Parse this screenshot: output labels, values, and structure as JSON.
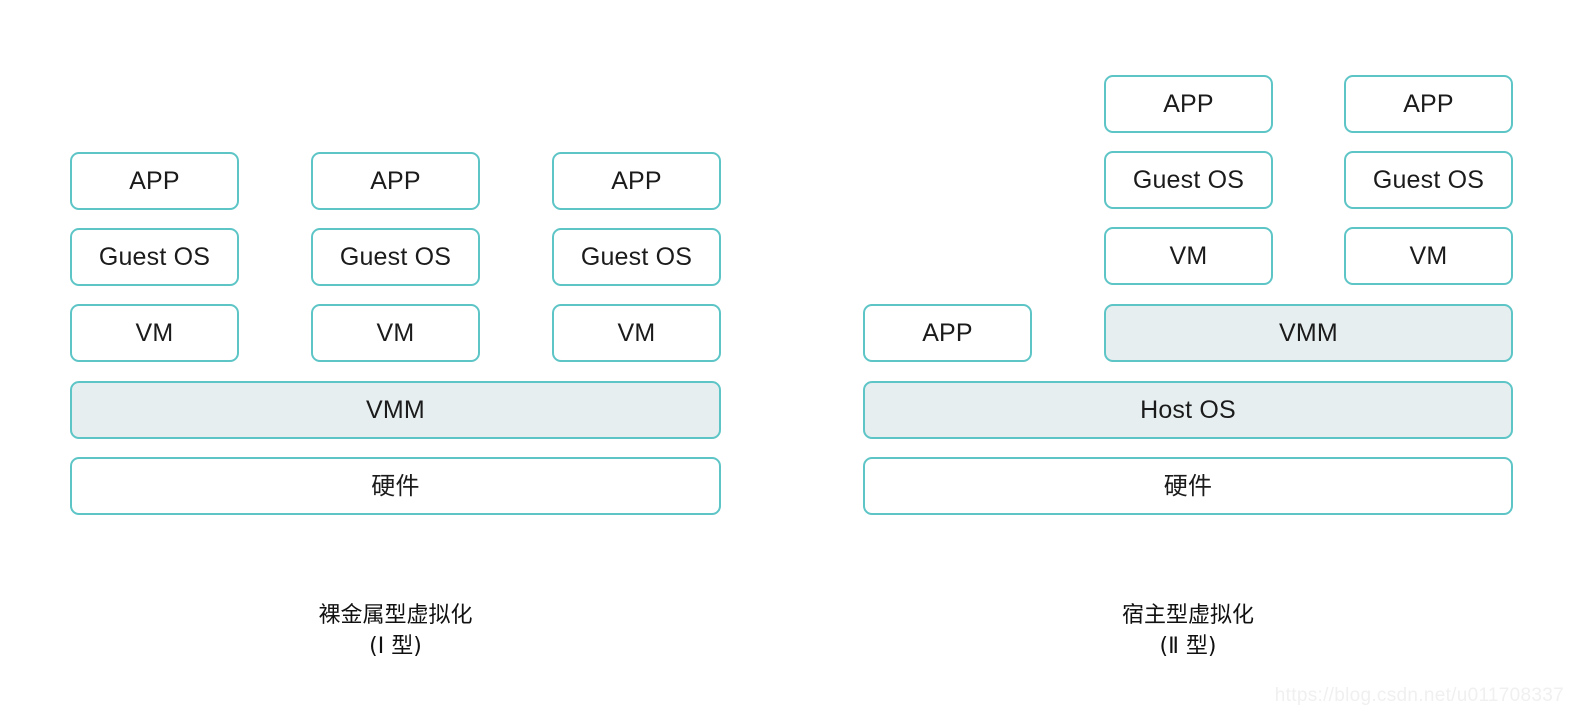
{
  "diagram": {
    "type": "architecture-comparison",
    "background_color": "#ffffff",
    "border_color": "#5ec5c7",
    "highlight_fill_color": "#e6eef0",
    "plain_fill_color": "#ffffff",
    "text_color": "#1b1b1b"
  },
  "left_diagram": {
    "name": "bare-metal-virtualization",
    "caption_line1": "裸金属型虚拟化",
    "caption_line2": "(Ⅰ 型)",
    "stacks": [
      {
        "label": "stack-1",
        "boxes": [
          "APP",
          "Guest OS",
          "VM"
        ]
      },
      {
        "label": "stack-2",
        "boxes": [
          "APP",
          "Guest OS",
          "VM"
        ]
      },
      {
        "label": "stack-3",
        "boxes": [
          "APP",
          "Guest OS",
          "VM"
        ]
      }
    ],
    "layers": [
      {
        "label": "VMM",
        "filled": true
      },
      {
        "label": "硬件",
        "filled": false
      }
    ]
  },
  "right_diagram": {
    "name": "hosted-virtualization",
    "caption_line1": "宿主型虚拟化",
    "caption_line2": "(Ⅱ 型)",
    "stacks": [
      {
        "label": "stack-1",
        "boxes": [
          "APP",
          "Guest OS",
          "VM"
        ]
      },
      {
        "label": "stack-2",
        "boxes": [
          "APP",
          "Guest OS",
          "VM"
        ]
      }
    ],
    "native_app": "APP",
    "vmm": "VMM",
    "layers": [
      {
        "label": "Host OS",
        "filled": true
      },
      {
        "label": "硬件",
        "filled": false
      }
    ]
  },
  "watermark": {
    "text": "https://blog.csdn.net/u011708337"
  }
}
